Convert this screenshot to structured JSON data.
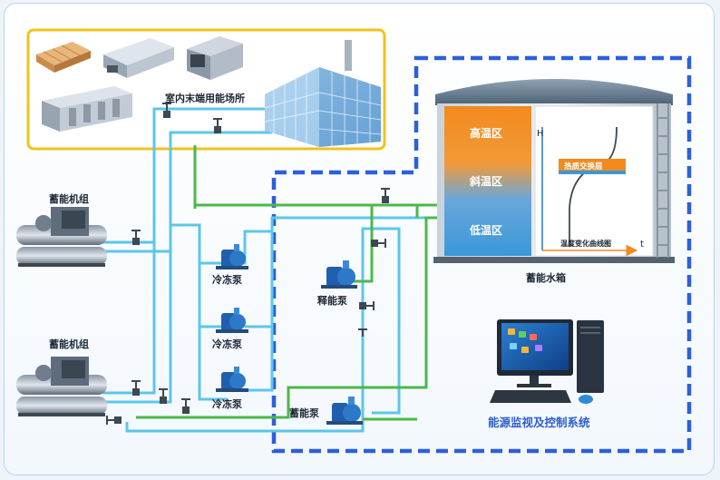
{
  "labels": {
    "indoor_terminal": "室内末端用能场所",
    "chiller_top": "蓄能机组",
    "chiller_bottom": "蓄能机组",
    "pump_1": "冷冻泵",
    "pump_2": "冷冻泵",
    "pump_3": "冷冻泵",
    "release_pump": "释能泵",
    "charge_pump": "蓄能泵",
    "tank_name": "蓄能水箱",
    "zone_high": "高温区",
    "zone_slope": "斜温区",
    "zone_low": "低温区",
    "heat_exchange_layer": "热质交换层",
    "curve_caption": "温度变化曲线图",
    "axis_h": "H",
    "axis_t": "t",
    "control_system": "能源监视及控制系统"
  },
  "colors": {
    "pipe_blue": "#5cc6ea",
    "pipe_green": "#4cb84a",
    "dashed_border": "#2b5fdd",
    "indoor_border": "#f2c21d",
    "zone_high": "#f28a1e",
    "zone_low": "#3a98d8",
    "control_text": "#2d5fd0"
  },
  "icons": [
    "chiller-unit-icon",
    "pump-icon",
    "valve-icon",
    "fan-coil-icon",
    "air-handler-icon",
    "building-icon",
    "water-tank-icon",
    "computer-icon"
  ]
}
